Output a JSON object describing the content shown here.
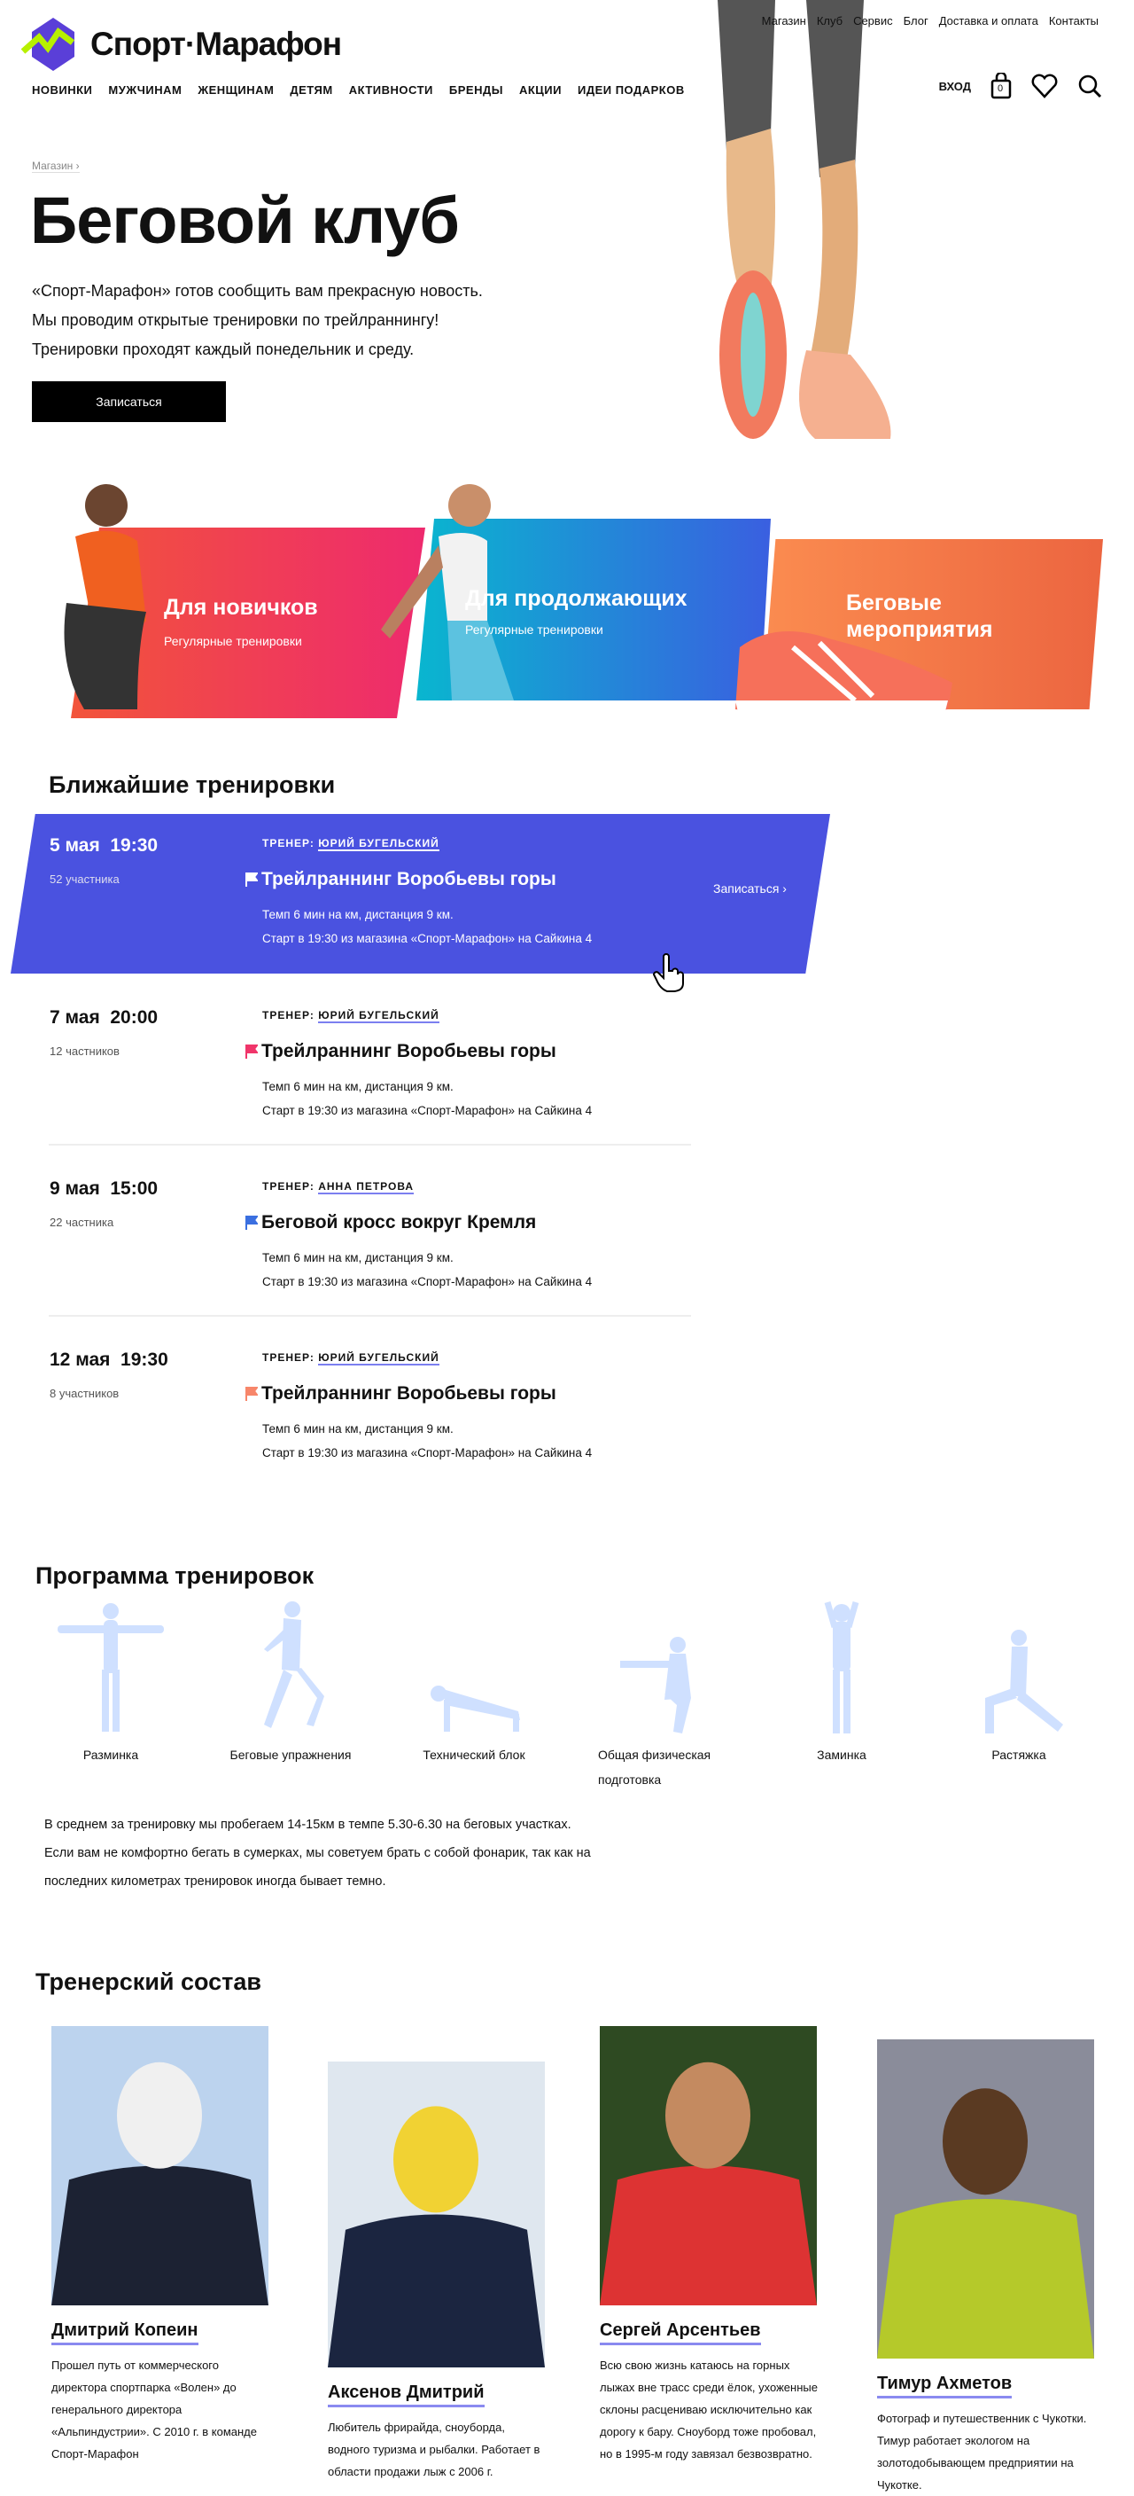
{
  "header": {
    "logo_text": "Спорт·Марафон",
    "top_links": [
      "Магазин",
      "Клуб",
      "Сервис",
      "Блог",
      "Доставка и оплата",
      "Контакты"
    ],
    "nav": [
      "НОВИНКИ",
      "МУЖЧИНАМ",
      "ЖЕНЩИНАМ",
      "ДЕТЯМ",
      "АКТИВНОСТИ",
      "БРЕНДЫ",
      "АКЦИИ",
      "ИДЕИ ПОДАРКОВ"
    ],
    "login": "ВХОД",
    "cart_count": "0"
  },
  "hero": {
    "breadcrumb": "Магазин",
    "title": "Беговой клуб",
    "lines": [
      "«Спорт-Марафон» готов сообщить вам прекрасную новость.",
      "Мы проводим открытые тренировки по трейлраннингу!",
      "Тренировки проходят каждый понедельник и среду."
    ],
    "button": "Записаться"
  },
  "cards": [
    {
      "title": "Для новичков",
      "subtitle": "Регулярные тренировки"
    },
    {
      "title": "Для продолжающих",
      "subtitle": "Регулярные тренировки"
    },
    {
      "title": "Беговые мероприятия",
      "subtitle": ""
    }
  ],
  "events_section": {
    "title": "Ближайшие тренировки",
    "coach_label": "ТРЕНЕР:",
    "signup": "Записаться",
    "items": [
      {
        "date": "5 мая  19:30",
        "count": "52 участника",
        "coach": "ЮРИЙ БУГЕЛЬСКИЙ",
        "name": "Трейлраннинг Воробьевы горы",
        "d1": "Темп 6 мин на км, дистанция 9 км.",
        "d2": "Старт в 19:30 из магазина «Спорт-Марафон» на Сайкина 4",
        "flag": "#ffffff"
      },
      {
        "date": "7 мая  20:00",
        "count": "12 частников",
        "coach": "ЮРИЙ БУГЕЛЬСКИЙ",
        "name": "Трейлраннинг Воробьевы горы",
        "d1": "Темп 6 мин на км, дистанция 9 км.",
        "d2": "Старт в 19:30 из магазина «Спорт-Марафон» на Сайкина 4",
        "flag": "#f0356a"
      },
      {
        "date": "9 мая  15:00",
        "count": "22 частника",
        "coach": "АННА ПЕТРОВА",
        "name": "Беговой кросс вокруг Кремля",
        "d1": "Темп 6 мин на км, дистанция 9 км.",
        "d2": "Старт в 19:30 из магазина «Спорт-Марафон» на Сайкина 4",
        "flag": "#3a6fe0"
      },
      {
        "date": "12 мая  19:30",
        "count": "8 участников",
        "coach": "ЮРИЙ БУГЕЛЬСКИЙ",
        "name": "Трейлраннинг Воробьевы горы",
        "d1": "Темп 6 мин на км, дистанция 9 км.",
        "d2": "Старт в 19:30 из магазина «Спорт-Марафон» на Сайкина 4",
        "flag": "#f7866a"
      }
    ]
  },
  "program": {
    "title": "Программа тренировок",
    "items": [
      "Разминка",
      "Беговые упражнения",
      "Технический блок",
      "Общая физическая подготовка",
      "Заминка",
      "Растяжка"
    ],
    "note": "В среднем за тренировку мы пробегаем 14-15км в темпе 5.30-6.30 на беговых участках. Если вам не комфортно бегать в сумерках, мы советуем брать с собой фонарик, так как на последних километрах тренировок иногда бывает темно."
  },
  "coaches": {
    "title": "Тренерский состав",
    "items": [
      {
        "name": "Дмитрий Копеин",
        "bio": "Прошел путь от коммерческого директора спортпарка «Волен» до генерального директора «Альпиндустрии». С 2010 г. в команде Спорт-Марафон"
      },
      {
        "name": "Аксенов Дмитрий",
        "bio": "Любитель фрирайда, сноуборда, водного туризма и рыбалки. Работает в области продажи лыж с 2006 г."
      },
      {
        "name": "Сергей Арсентьев",
        "bio": "Всю свою жизнь катаюсь на горных лыжах вне трасс среди ёлок, ухоженные склоны расцениваю исключительно как дорогу к бару. Сноуборд тоже пробовал, но в 1995-м году завязал безвозвратно."
      },
      {
        "name": "Тимур Ахметов",
        "bio": "Фотограф и путешественник с Чукотки. Тимур работает экологом на золотодобывающем предприятии на Чукотке."
      }
    ]
  },
  "colors": {
    "accent": "#4a52e0",
    "underline": "#8a8af0",
    "silhouette": "#cfe0ff"
  }
}
